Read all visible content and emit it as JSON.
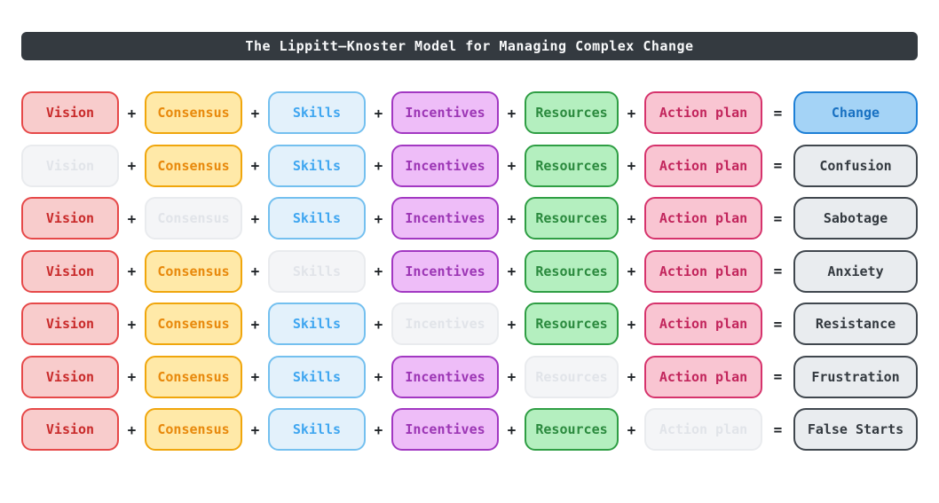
{
  "header": {
    "title": "The Lippitt–Knoster Model for Managing Complex Change"
  },
  "components": [
    "Vision",
    "Consensus",
    "Skills",
    "Incentives",
    "Resources",
    "Action plan"
  ],
  "operators": {
    "plus": "+",
    "equals": "="
  },
  "rows": [
    {
      "missing": null,
      "result": "Change"
    },
    {
      "missing": "Vision",
      "result": "Confusion"
    },
    {
      "missing": "Consensus",
      "result": "Sabotage"
    },
    {
      "missing": "Skills",
      "result": "Anxiety"
    },
    {
      "missing": "Incentives",
      "result": "Resistance"
    },
    {
      "missing": "Resources",
      "result": "Frustration"
    },
    {
      "missing": "Action plan",
      "result": "False Starts"
    }
  ],
  "colors": {
    "page_bg": "#ffffff",
    "title_bar_bg": "#343a40",
    "title_text": "#f8f9fa",
    "vision": {
      "fill": "#f8cccc",
      "border": "#e64949",
      "text": "#c92a2a"
    },
    "consensus": {
      "fill": "#ffe9a8",
      "border": "#f0a60c",
      "text": "#e8890c"
    },
    "skills": {
      "fill": "#e3f1fb",
      "border": "#74c0ef",
      "text": "#3fa6f0"
    },
    "incentives": {
      "fill": "#eebdf8",
      "border": "#a238c2",
      "text": "#9c36b5"
    },
    "resources": {
      "fill": "#b4efbf",
      "border": "#2f9e44",
      "text": "#2b8a3e"
    },
    "action_plan": {
      "fill": "#f9c5d2",
      "border": "#d6336c",
      "text": "#c2255c"
    },
    "change": {
      "fill": "#a4d3f6",
      "border": "#1d7fd6",
      "text": "#1971c2"
    },
    "result_gray": {
      "fill": "#e9ecef",
      "border": "#40474e",
      "text": "#343a40"
    },
    "missing_gray": {
      "fill": "#f4f5f7",
      "border": "#e9ebee",
      "text": "#e1e4e9"
    },
    "operator_text": "#212529"
  }
}
